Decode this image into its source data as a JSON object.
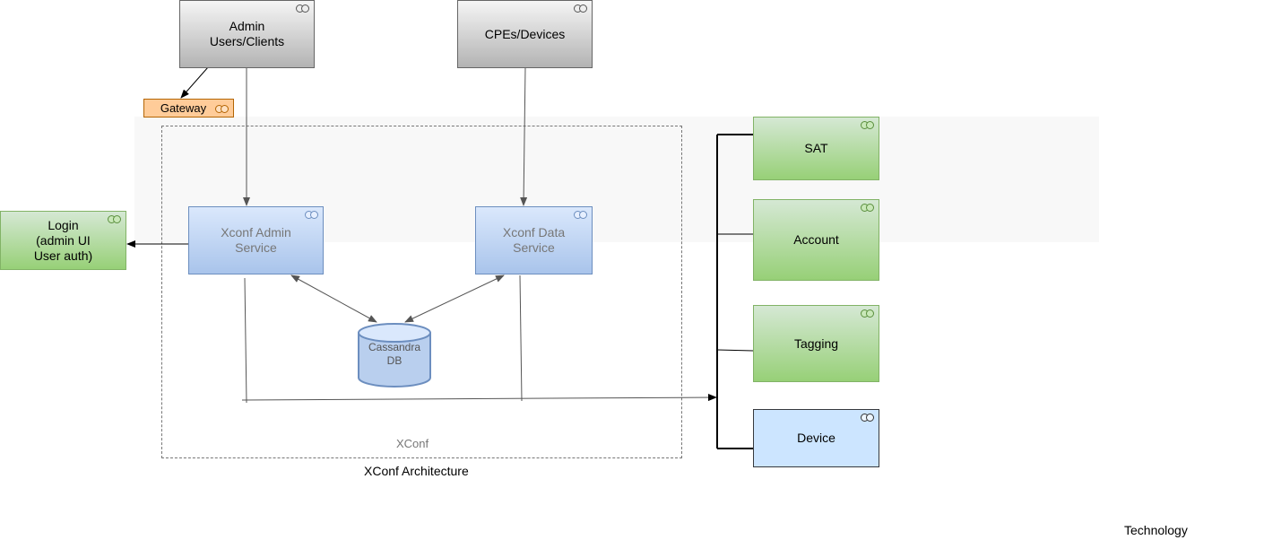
{
  "nodes": {
    "admin_users": "Admin\nUsers/Clients",
    "cpes_devices": "CPEs/Devices",
    "gateway": "Gateway",
    "xconf_admin_service": "Xconf Admin\nService",
    "xconf_data_service": "Xconf Data\nService",
    "cassandra_db": "Cassandra\nDB",
    "login": "Login\n(admin UI\nUser auth)",
    "sat": "SAT",
    "account": "Account",
    "tagging": "Tagging",
    "device": "Device"
  },
  "labels": {
    "xconf_group": "XConf",
    "architecture_title": "XConf Architecture",
    "technology": "Technology"
  },
  "colors": {
    "gray_box": "#b3b3b3",
    "green_box": "#97d077",
    "blue_box": "#a9c4eb",
    "device_box": "#cce5ff",
    "gateway_box": "#ffcc99",
    "background_region": "#f5f5f5"
  }
}
